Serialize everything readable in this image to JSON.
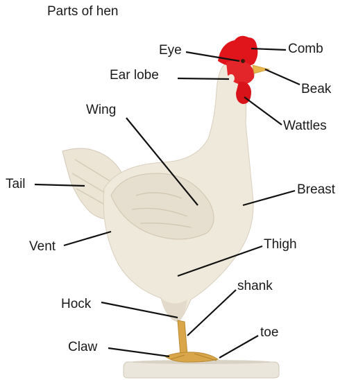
{
  "diagram": {
    "title": "Parts  of hen",
    "labels": {
      "eye": "Eye",
      "comb": "Comb",
      "ear_lobe": "Ear lobe",
      "beak": "Beak",
      "wing": "Wing",
      "wattles": "Wattles",
      "tail": "Tail",
      "breast": "Breast",
      "vent": "Vent",
      "thigh": "Thigh",
      "shank": "shank",
      "hock": "Hock",
      "toe": "toe",
      "claw": "Claw"
    }
  },
  "colors": {
    "comb": "#e0141b",
    "beak": "#e8b84a",
    "body": "#efe9dc",
    "shading": "#d9cfbd",
    "legs": "#d9a64a",
    "base": "#ebe6dc",
    "leader_lines": "#111111"
  }
}
